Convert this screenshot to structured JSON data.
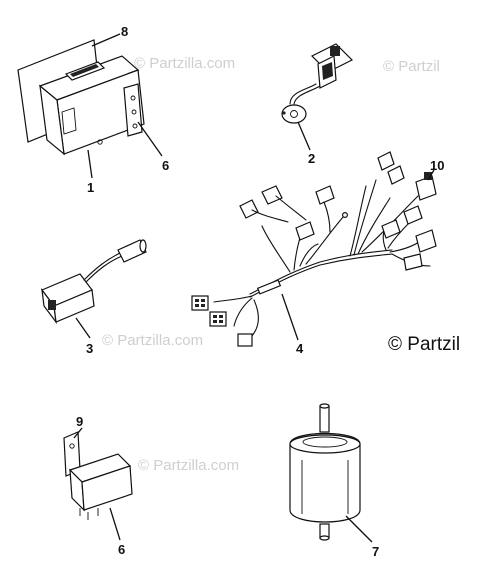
{
  "watermarks": [
    "© Partzilla.com",
    "© Partzil",
    "© Partzilla.com",
    "© Partzilla.com"
  ],
  "copyright": "© Partzil",
  "callouts": {
    "c1": "1",
    "c2": "2",
    "c3": "3",
    "c4": "4",
    "c6a": "6",
    "c6b": "6",
    "c7": "7",
    "c8": "8",
    "c9": "9",
    "c10": "10"
  }
}
